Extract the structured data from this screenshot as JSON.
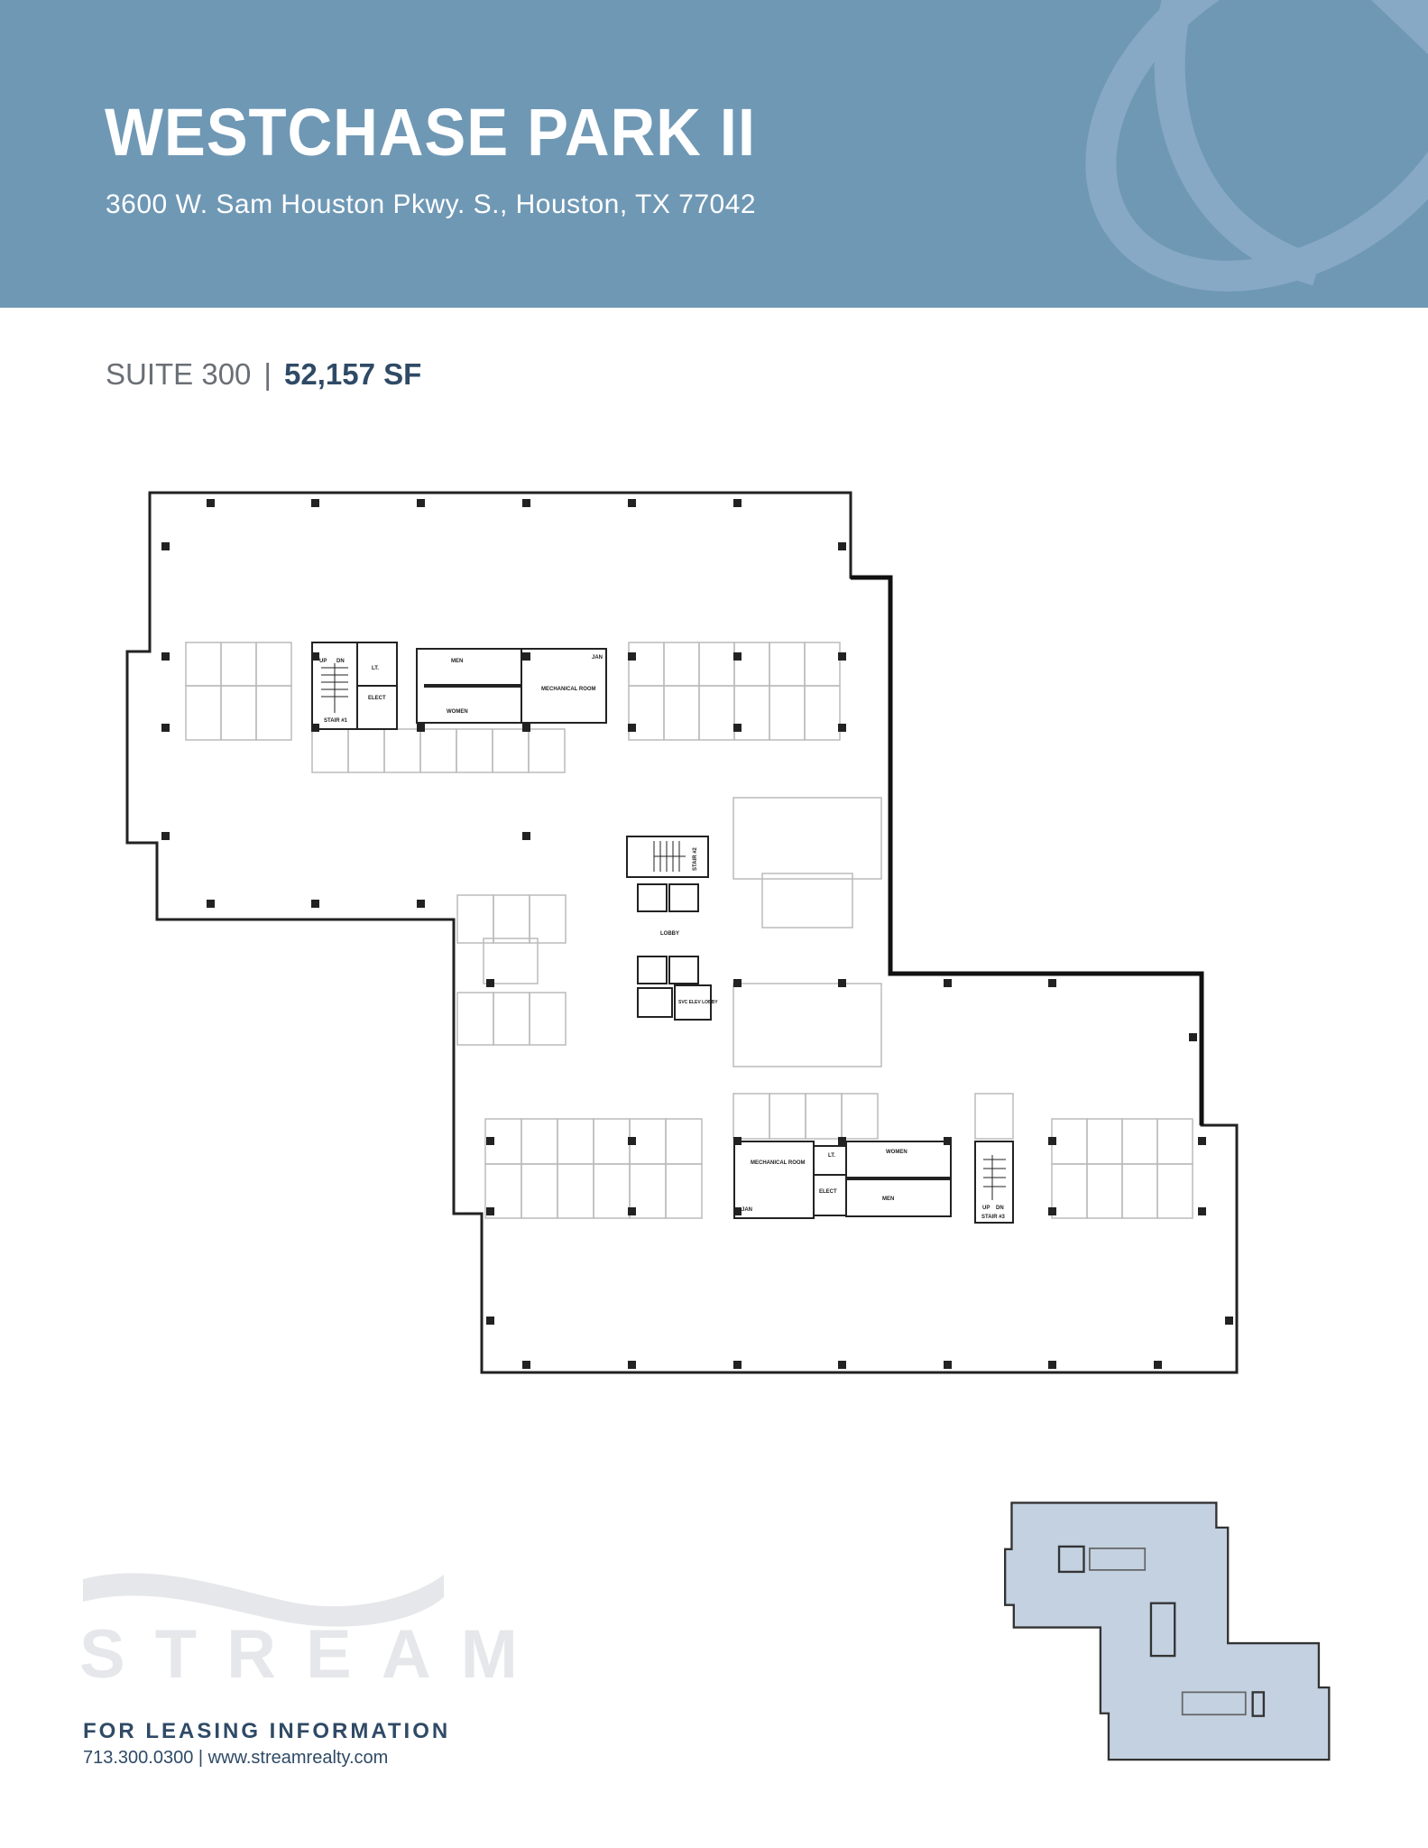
{
  "header": {
    "title": "WESTCHASE PARK II",
    "address": "3600 W. Sam Houston Pkwy. S., Houston, TX 77042",
    "background_color": "#6f98b5"
  },
  "suite": {
    "name": "SUITE 300",
    "separator": "|",
    "area": "52,157 SF",
    "area_color": "#2f4a66"
  },
  "floor_plan": {
    "labels": {
      "up": "UP",
      "dn": "DN",
      "stair1": "STAIR #1",
      "lt": "LT.",
      "elect": "ELECT",
      "men": "MEN",
      "women": "WOMEN",
      "mechanical": "MECHANICAL ROOM",
      "jan": "JAN",
      "stair2": "STAIR #2",
      "lobby": "LOBBY",
      "svc_lobby": "SVC ELEV LOBBY",
      "stair3": "STAIR #3"
    }
  },
  "branding": {
    "logo": "STREAM",
    "leasing_heading": "FOR LEASING INFORMATION",
    "contact": "713.300.0300 | www.streamrealty.com"
  },
  "key_plan": {
    "fill_color": "#c3d1e1"
  }
}
